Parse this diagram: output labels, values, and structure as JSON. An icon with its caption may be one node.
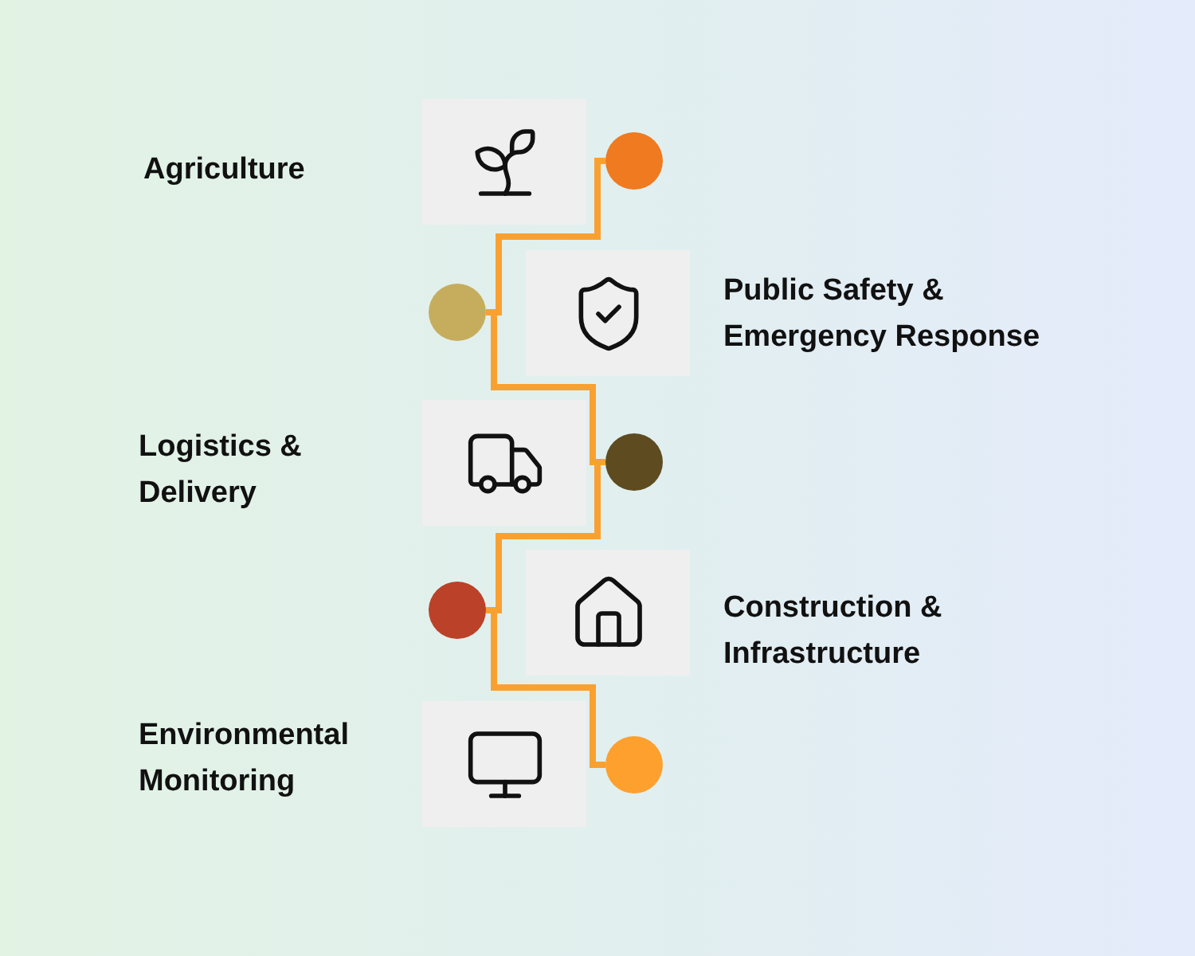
{
  "diagram": {
    "nodes": [
      {
        "text": [],
        "shape": "circle"
      },
      {
        "text": [],
        "shape": "circle"
      },
      {
        "text": [],
        "shape": "circle"
      },
      {
        "text": [],
        "shape": "circle"
      },
      {
        "text": [],
        "shape": "circle"
      }
    ],
    "edges": [
      {
        "from": 0,
        "to": 1,
        "arrow": "none"
      },
      {
        "from": 1,
        "to": 2,
        "arrow": "none"
      },
      {
        "from": 2,
        "to": 3,
        "arrow": "none"
      },
      {
        "from": 3,
        "to": 4,
        "arrow": "none"
      }
    ],
    "labels": [
      "Agriculture",
      "Public Safety & Emergency Response",
      "Logistics & Delivery",
      "Construction & Infrastructure",
      "Environmental Monitoring"
    ]
  }
}
